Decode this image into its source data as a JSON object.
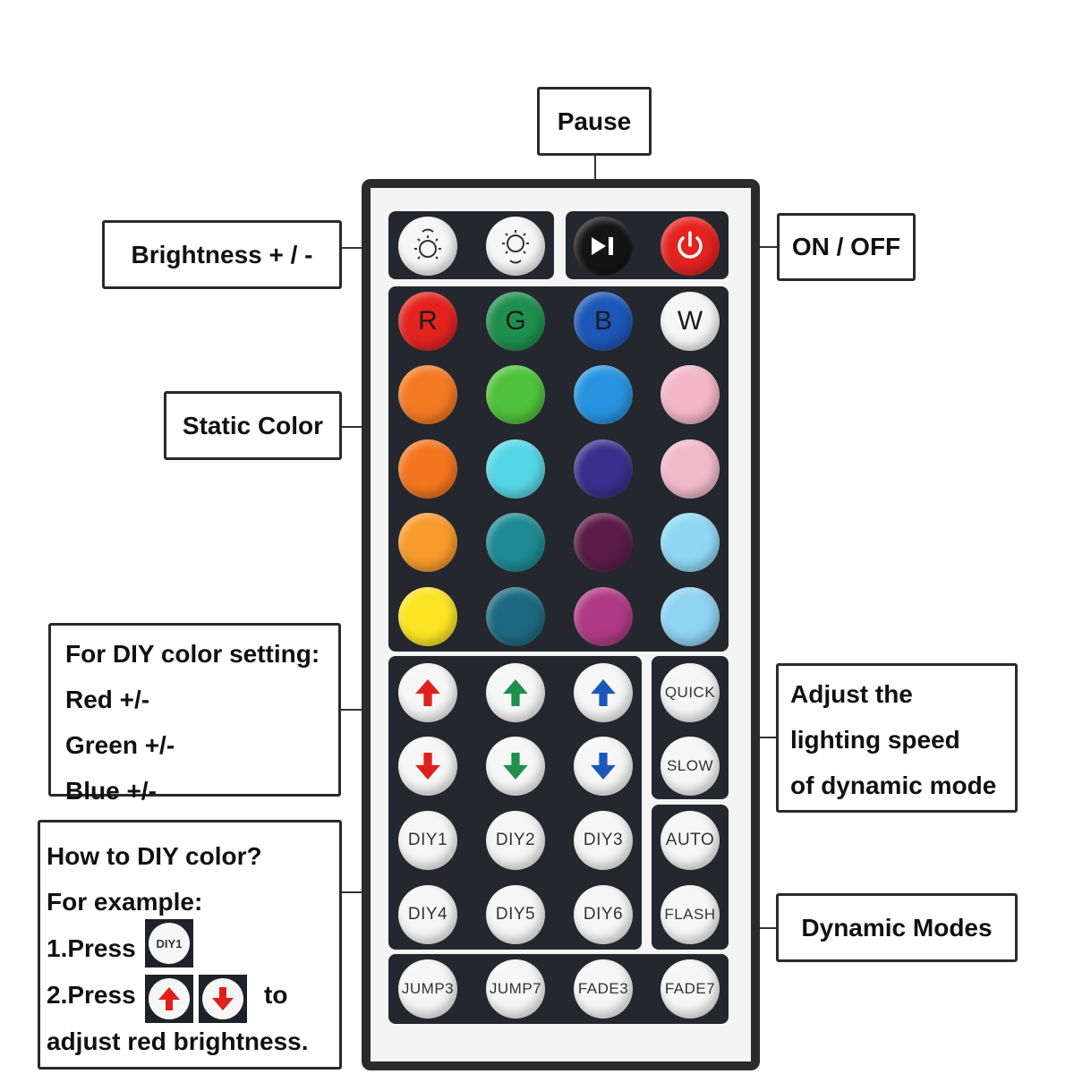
{
  "callouts": {
    "pause": "Pause",
    "brightness": "Brightness + / -",
    "on_off": "ON / OFF",
    "static_color": "Static Color",
    "diy_setting": [
      "For DIY color setting:",
      "Red +/-",
      "Green +/-",
      "Blue +/-"
    ],
    "speed": [
      "Adjust the",
      "lighting speed",
      "of dynamic mode"
    ],
    "dynamic_modes": "Dynamic Modes",
    "howto": {
      "line1": "How to DIY color?",
      "line2": "For example:",
      "line3": "1.Press",
      "line4_start": "2.Press",
      "line4_end": "to",
      "line5": "adjust red brightness."
    }
  },
  "remote": {
    "color_letters": {
      "r": "R",
      "g": "G",
      "b": "B",
      "w": "W"
    },
    "speed_buttons": {
      "quick": "QUICK",
      "slow": "SLOW"
    },
    "diy_buttons": [
      "DIY1",
      "DIY2",
      "DIY3",
      "DIY4",
      "DIY5",
      "DIY6"
    ],
    "mode_buttons": {
      "auto": "AUTO",
      "flash": "FLASH"
    },
    "bottom_row": [
      "JUMP3",
      "JUMP7",
      "FADE3",
      "FADE7"
    ]
  },
  "colors": {
    "red": "#e4231f",
    "green": "#1f8f4e",
    "blue": "#1d57b8",
    "white": "#f6f6f6",
    "row2": [
      "#f47a22",
      "#4fc23b",
      "#2793e0",
      "#f3b7c9"
    ],
    "row3": [
      "#f3761f",
      "#55d6e5",
      "#3a2f8c",
      "#f2b9cb"
    ],
    "row4": [
      "#f89a2c",
      "#1f8a93",
      "#5b1c48",
      "#8fd8f5"
    ],
    "row5": [
      "#fce423",
      "#1d6a80",
      "#b03a84",
      "#8fd4f3"
    ],
    "arrow_red": "#e0201b",
    "arrow_green": "#1f8f4e",
    "arrow_blue": "#1d57b8"
  }
}
